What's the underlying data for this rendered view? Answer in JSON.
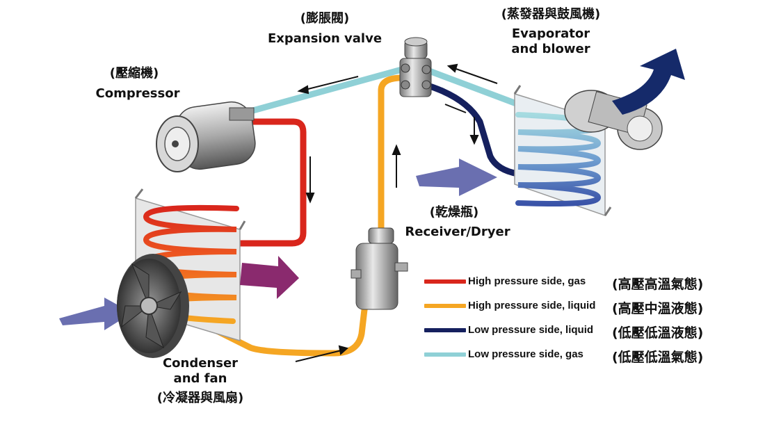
{
  "labels": {
    "expansion_valve": {
      "cn": "(膨脹閥)",
      "en": "Expansion valve"
    },
    "evaporator": {
      "cn": "(蒸發器與鼓風機)",
      "en_line1": "Evaporator",
      "en_line2": "and blower"
    },
    "compressor": {
      "cn": "(壓縮機)",
      "en": "Compressor"
    },
    "receiver": {
      "cn": "(乾燥瓶)",
      "en": "Receiver/Dryer"
    },
    "condenser": {
      "en_line1": "Condenser",
      "en_line2": "and fan",
      "cn": "(冷凝器與風扇)"
    }
  },
  "legend": [
    {
      "text": "High pressure side, gas",
      "cn": "(高壓高溫氣態)",
      "color": "#d9261c"
    },
    {
      "text": "High pressure side, liquid",
      "cn": "(高壓中溫液態)",
      "color": "#f5a623"
    },
    {
      "text": "Low pressure side, liquid",
      "cn": "(低壓低溫液態)",
      "color": "#15205e"
    },
    {
      "text": "Low pressure side, gas",
      "cn": "(低壓低溫氣態)",
      "color": "#8fd0d6"
    }
  ],
  "colors": {
    "high_gas": "#d9261c",
    "high_liquid": "#f5a623",
    "low_liquid": "#15205e",
    "low_gas": "#8fd0d6",
    "airflow_in": "#6a6fb0",
    "airflow_hot": "#8a2a6e",
    "airflow_out": "#152a6a"
  }
}
